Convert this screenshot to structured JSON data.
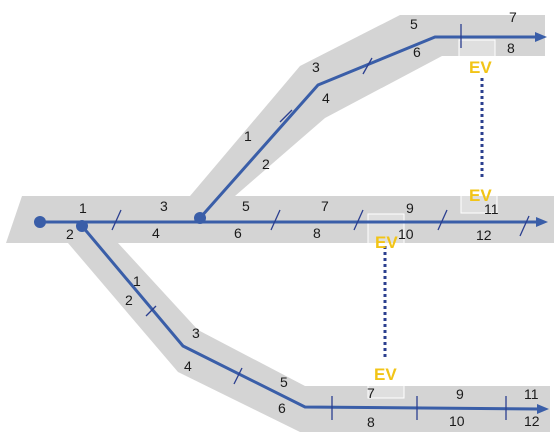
{
  "colors": {
    "track": "#3a5ea8",
    "band": "#d4d4d4",
    "ev_text": "#f2c417",
    "ev_link": "#2b3f8f"
  },
  "ev_label": "EV",
  "main_track": {
    "labels": [
      "1",
      "2",
      "3",
      "4",
      "5",
      "6",
      "7",
      "8",
      "9",
      "10",
      "11",
      "12"
    ]
  },
  "upper_branch": {
    "labels": [
      "1",
      "2",
      "3",
      "4",
      "5",
      "6",
      "7",
      "8"
    ]
  },
  "lower_branch": {
    "labels": [
      "1",
      "2",
      "3",
      "4",
      "5",
      "6",
      "7",
      "8",
      "9",
      "10",
      "11",
      "12"
    ]
  }
}
